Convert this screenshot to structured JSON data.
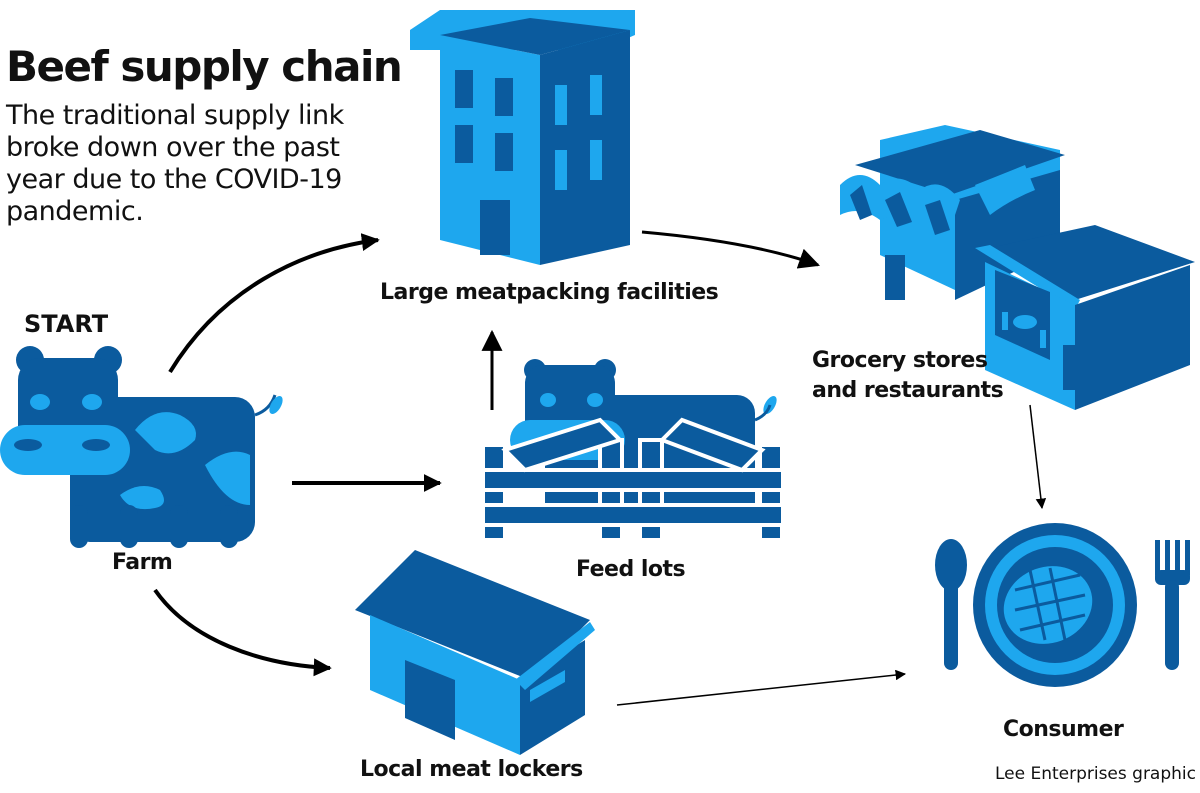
{
  "title": "Beef supply chain",
  "subtitle": "The traditional supply link broke down over the past year due to the COVID-19 pandemic.",
  "start_label": "START",
  "nodes": {
    "farm": "Farm",
    "meatpacking": "Large meatpacking facilities",
    "feed_lots": "Feed lots",
    "local_lockers": "Local meat lockers",
    "grocery_line1": "Grocery stores",
    "grocery_line2": "and restaurants",
    "consumer": "Consumer"
  },
  "credit": "Lee Enterprises graphic",
  "colors": {
    "light_blue": "#1ea7ee",
    "dark_blue": "#0b5b9e",
    "arrow": "#000000"
  }
}
